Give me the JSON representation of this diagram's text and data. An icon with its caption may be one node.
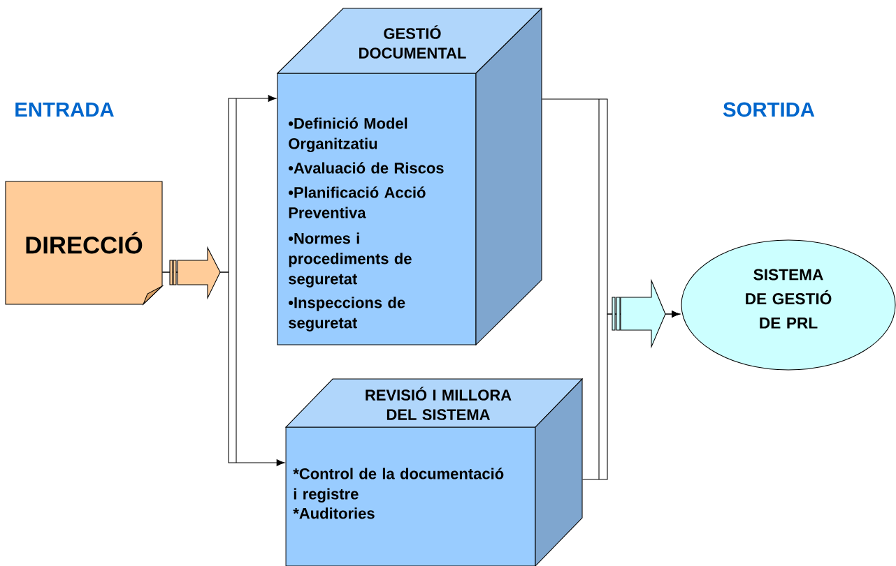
{
  "diagram": {
    "nodes": [
      {
        "text": [
          "DIRECCIÓ"
        ]
      },
      {
        "text": [
          "GESTIÓ DOCUMENTAL",
          "•Definició Model Organitzatiu",
          "•Avaluació de Riscos",
          "•Planificació Acció Preventiva",
          "•Normes i procediments de seguretat",
          "•Inspeccions de seguretat"
        ]
      },
      {
        "text": [
          "REVISIÓ I MILLORA DEL SISTEMA",
          "*Control de la documentació i registre",
          "*Auditories"
        ]
      },
      {
        "text": [
          "SISTEMA DE GESTIÓ DE PRL"
        ]
      }
    ],
    "edges": [
      {
        "from": 0,
        "to": 1,
        "arrow": "to"
      },
      {
        "from": 0,
        "to": 2,
        "arrow": "to"
      },
      {
        "from": 1,
        "to": 3,
        "arrow": "to"
      },
      {
        "from": 2,
        "to": 3,
        "arrow": "to"
      }
    ],
    "labels": [
      "ENTRADA",
      "SORTIDA"
    ]
  }
}
